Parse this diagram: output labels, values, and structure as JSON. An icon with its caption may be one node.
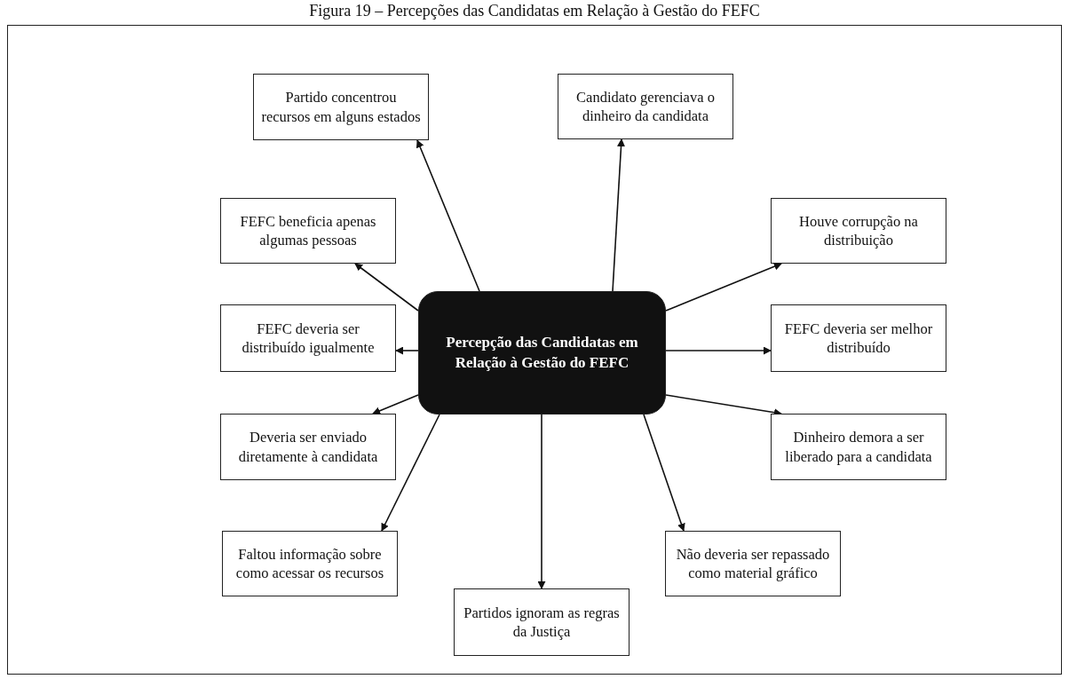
{
  "diagram": {
    "title": "Figura 19 – Percepções das Candidatas em Relação à Gestão do FEFC",
    "nodes": [
      {
        "text": [
          "Percepção das Candidatas em Relação à Gestão do FEFC"
        ]
      },
      {
        "text": [
          "Partido concentrou recursos em alguns estados"
        ]
      },
      {
        "text": [
          "Candidato gerenciava o dinheiro da candidata"
        ]
      },
      {
        "text": [
          "FEFC beneficia apenas algumas pessoas"
        ]
      },
      {
        "text": [
          "Houve corrupção na distribuição"
        ]
      },
      {
        "text": [
          "FEFC deveria ser distribuído igualmente"
        ]
      },
      {
        "text": [
          "FEFC deveria ser melhor distribuído"
        ]
      },
      {
        "text": [
          "Deveria ser enviado diretamente à candidata"
        ]
      },
      {
        "text": [
          "Dinheiro demora a ser liberado para a candidata"
        ]
      },
      {
        "text": [
          "Faltou informação sobre como acessar os recursos"
        ]
      },
      {
        "text": [
          "Não deveria ser repassado como material gráfico"
        ]
      },
      {
        "text": [
          "Partidos ignoram as regras da Justiça"
        ]
      }
    ],
    "edges": [
      {
        "from": 0,
        "to": 1,
        "arrow": "to"
      },
      {
        "from": 0,
        "to": 2,
        "arrow": "to"
      },
      {
        "from": 0,
        "to": 3,
        "arrow": "to"
      },
      {
        "from": 0,
        "to": 4,
        "arrow": "to"
      },
      {
        "from": 0,
        "to": 5,
        "arrow": "to"
      },
      {
        "from": 0,
        "to": 6,
        "arrow": "to"
      },
      {
        "from": 0,
        "to": 7,
        "arrow": "to"
      },
      {
        "from": 0,
        "to": 8,
        "arrow": "to"
      },
      {
        "from": 0,
        "to": 9,
        "arrow": "to"
      },
      {
        "from": 0,
        "to": 10,
        "arrow": "to"
      },
      {
        "from": 0,
        "to": 11,
        "arrow": "to"
      }
    ]
  }
}
